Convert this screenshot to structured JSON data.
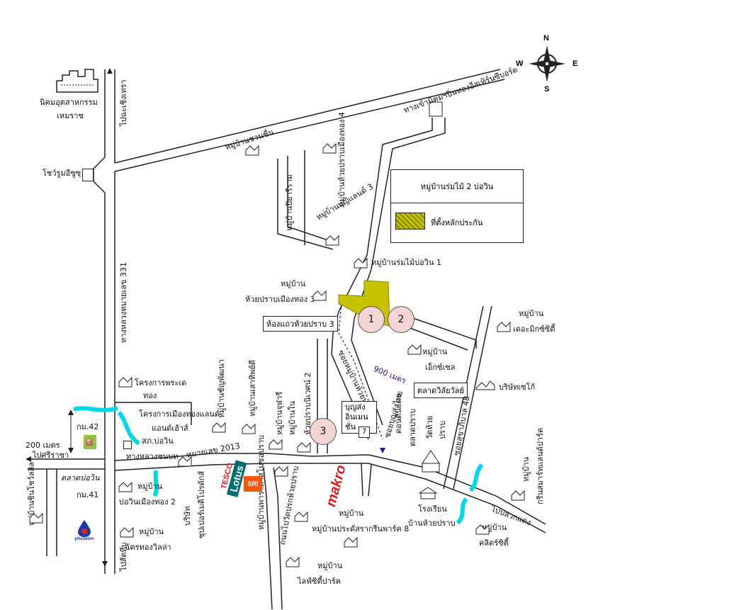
{
  "compass": {
    "n": "N",
    "s": "S",
    "e": "E",
    "w": "W"
  },
  "legend": {
    "title": "หมู่บ้านร่มไม้ 2 บ่อวิน",
    "plot_label": "ที่ตั้งหลักประกัน",
    "plot_color": "#c6c200"
  },
  "markers": [
    "1",
    "2",
    "3"
  ],
  "distance_900": "900 เมตร",
  "distance_200": "200 เมตร",
  "labels": {
    "industrial": "นิคมอุตสาหกรรม",
    "hemaraj": "เหมราช",
    "showroom": "โชว์รูมอีซูซุ",
    "to_chachoengsao": "ไปฉะเชิงเทรา",
    "highway331": "ทางหลวงหมายเลข 331",
    "chuanchuen": "หมู่บ้านชวนชื่น",
    "to_wat": "ทางเข้านิคมฯปิ่นทองอีสเทิร์นซีบอร์ด",
    "huaypla_4": "หมู่บ้านห้วยปราบเมืองทอง 4",
    "piriyaram": "หมู่บ้านปิยารีราม",
    "boonland3": "หมู่บ้านบุญแลนด์ 3",
    "rommai1": "หมู่บ้านร่มไม้บ่อวิน 1",
    "huaypla3_top": "หมู่บ้าน",
    "huaypla3_bottom": "ห้วยปราบเมืองทอง 3",
    "townhouse3": "ห้องแถวห้วยปราบ 3",
    "dimax_top": "หมู่บ้าน",
    "dimax_bottom": "เดอะมิกซ์ซิตี้",
    "excel_top": "หมู่บ้าน",
    "excel_bottom": "เอ็กซ์เซล",
    "taladwilai": "ตลาดวิลัยวัลย์",
    "company": "บริษัทเซโก้",
    "soi_road": "ซอยหมู่บ้านห้วยปราบ",
    "project_pra": "โครงการพระเด",
    "project_pra2": "ทอง",
    "muangthong_top": "โครงการเมืองทองแลนด์",
    "muangthong_bottom": "แอนด์เฮ้าส์",
    "police": "สภ.บ่อวิน",
    "rd2013": "ทางหลวงชนบท",
    "rd2013b": "หมายเลข 2013",
    "km42": "กม.42",
    "km41": "กม.41",
    "to_sriracha": "ไปศรีราชา",
    "market": "ตลาดบ่อวิน",
    "sonklaa": "หมู่บ้านชินโชว์ลลิล",
    "boowin2_top": "หมู่บ้าน",
    "boowin2_bottom": "บ่อวินเมืองทอง 2",
    "to_pluakdaeng": "ไปปลวกแดง",
    "chalerm_top": "หมู่บ้าน",
    "chalerm_bottom": "ฉัตรทองวิลล่า",
    "to_sattahip": "ไปสัตหีบ",
    "company2": "บริษัท",
    "supreme": "ซุปเปอร์เมดิโปรดักส์",
    "chanpen": "หมู่บ้านชัญพัฒนา",
    "tongthip": "หมู่บ้านเสาทิพย์ดี",
    "moban_yai": "หมู่บ้านจุฬารี",
    "moban_nai": "หมู่บ้านใน",
    "huaypla2": "ห้วยปราบนิเวศน์ 2",
    "boonchai": "บุญส่งอินเมนชั่น",
    "soi_boowin": "ซอยบุญส่งไทย",
    "city_top": "ดอนดินแดง",
    "city2": "ตลาดปราบ",
    "wat_top": "วัดห้วย",
    "wat_bottom": "ปราบ",
    "rd48": "ซอยสุขาภิบาล 48",
    "green_top": "หมู่บ้าน",
    "green_bottom": "กรีนสมาร์ทแลนด์ปาร์ค",
    "praharn": "หมู่บ้านพาราดาสโมซอปราบ",
    "prasadsun": "หมู่บ้านประดัสรากรีนพาร์ค 8",
    "school_top": "โรงเรียน",
    "school_bottom": "บ้านห้วยปราบ",
    "kiri_top": "หมู่บ้าน",
    "kiri_bottom": "คลิตร์ซิตี้",
    "lifecity_top": "หมู่บ้าน",
    "lifecity_bottom": "ไลฟ์ซิตี้ปาร์ค",
    "saiyai": "ถนนไปวัดปรกห้วยปราบ"
  },
  "logos": {
    "tesco": "TESCO",
    "lotus": "Lotus",
    "makro": "makro",
    "ptt": "pttstation",
    "sr": "SRI",
    "seven": "7"
  },
  "colors": {
    "road": "#222222",
    "water": "#00d8e8",
    "marker": "#f4d4d4",
    "tesco": "#e02020",
    "lotus": "#006e6e",
    "makro": "#e01a1a",
    "ptt": "#1a3aa8",
    "distance": "#1a1aa0"
  }
}
